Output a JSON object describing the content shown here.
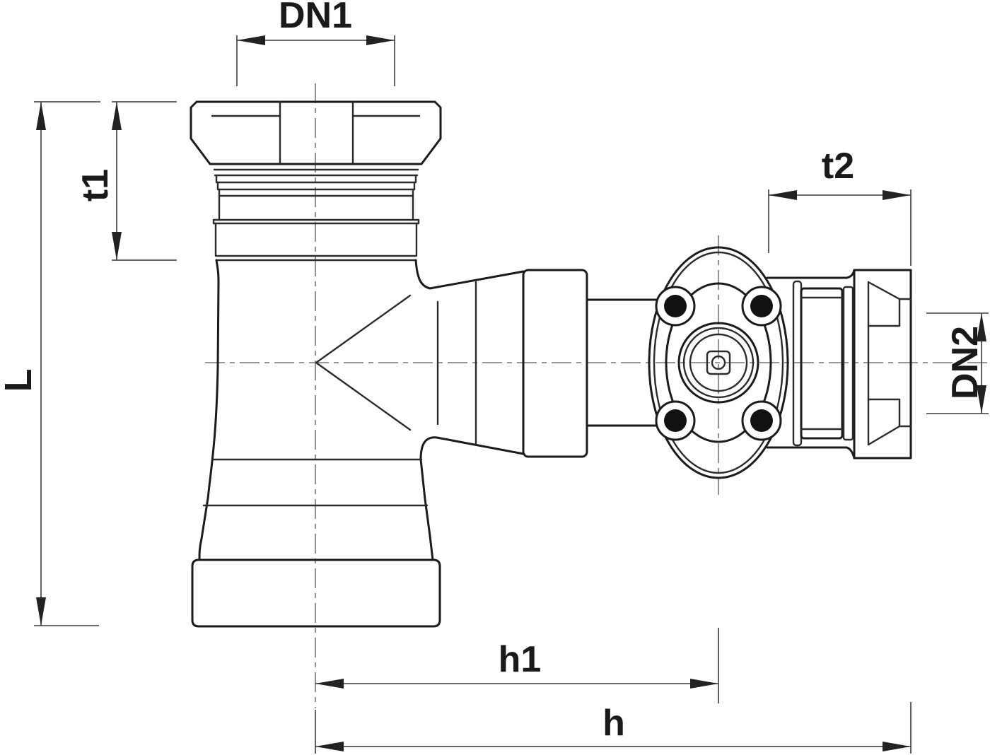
{
  "drawing": {
    "labels": {
      "dn1": "DN1",
      "t1": "t1",
      "l": "L",
      "t2": "t2",
      "dn2": "DN2",
      "h1": "h1",
      "h": "h"
    },
    "colors": {
      "outline": "#1b1b1b",
      "detail": "#2b2b2b",
      "dimension": "#3c3c3c",
      "centerline": "#767676",
      "background": "#ffffff",
      "bolt_fill": "#111111"
    }
  }
}
